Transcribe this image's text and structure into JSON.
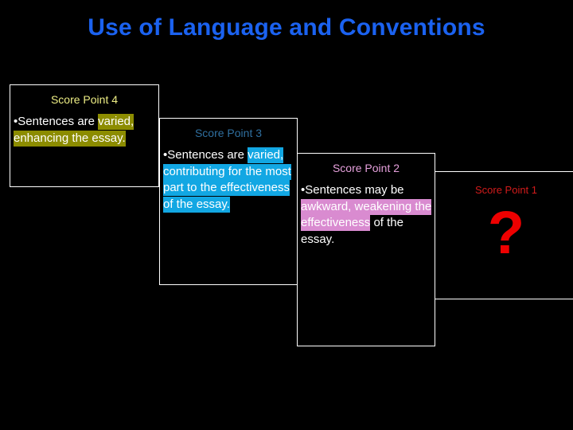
{
  "slide": {
    "title": "Use of Language and Conventions",
    "title_color": "#1B62F0",
    "background_color": "#000000"
  },
  "boxes": [
    {
      "id": "score-point-4",
      "heading": "Score Point 4",
      "heading_color": "#EDED84",
      "bullet": "•",
      "text_plain_1": "Sentences are ",
      "text_highlight": "varied, enhancing the essay.",
      "text_plain_2": "",
      "highlight_color": "#8C8C00",
      "text_color": "#FFFFFF"
    },
    {
      "id": "score-point-3",
      "heading": "Score Point 3",
      "heading_color": "#2F6F9F",
      "bullet": "•",
      "text_plain_1": "Sentences are ",
      "text_highlight": "varied, contributing for the most part to the effectiveness of the essay.",
      "text_plain_2": "",
      "highlight_color": "#12A7E3",
      "text_color": "#FFFFFF"
    },
    {
      "id": "score-point-2",
      "heading": "Score Point 2",
      "heading_color": "#E6A0DC",
      "bullet": "•",
      "text_plain_1": "Sentences may be ",
      "text_highlight": "awkward, weakening the effectiveness",
      "text_plain_2": " of the essay.",
      "highlight_color": "#D98BD0",
      "text_color": "#FFFFFF"
    },
    {
      "id": "score-point-1",
      "heading": "Score Point 1",
      "heading_color": "#D21B1B",
      "symbol": "?",
      "symbol_color": "#EE0000"
    }
  ]
}
